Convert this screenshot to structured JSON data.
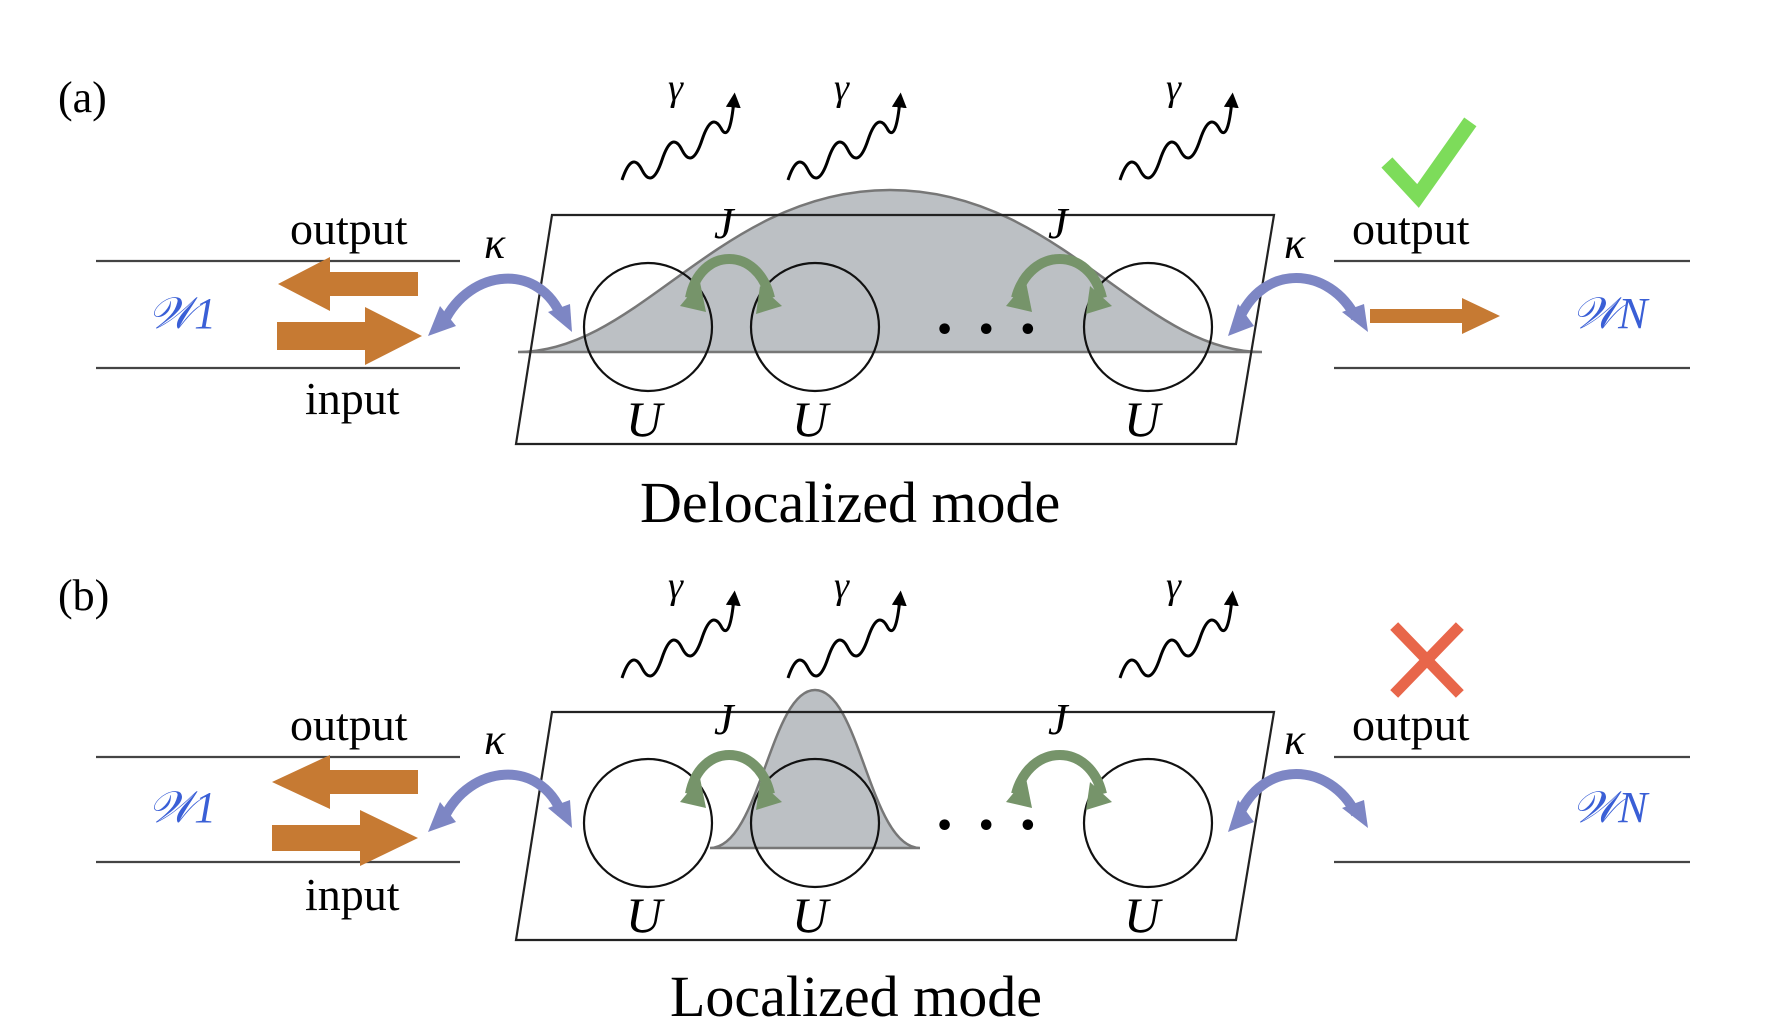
{
  "panels": [
    {
      "label": "(a)",
      "caption": "Delocalized mode",
      "left_port": {
        "output": "output",
        "input": "input",
        "waveguide": "𝒲1"
      },
      "right_port": {
        "output": "output",
        "waveguide": "𝒲N",
        "status": "check"
      },
      "coupling_symbol": "κ",
      "hopping_symbol": "J",
      "loss_symbol": "γ",
      "interaction_symbol": "U",
      "ellipsis": "• • •"
    },
    {
      "label": "(b)",
      "caption": "Localized mode",
      "left_port": {
        "output": "output",
        "input": "input",
        "waveguide": "𝒲1"
      },
      "right_port": {
        "output": "output",
        "waveguide": "𝒲N",
        "status": "cross"
      },
      "coupling_symbol": "κ",
      "hopping_symbol": "J",
      "loss_symbol": "γ",
      "interaction_symbol": "U",
      "ellipsis": "• • •"
    }
  ],
  "colors": {
    "coupling_arrow": "#7d86c4",
    "hopping_arrow": "#76946a",
    "flow_arrow": "#c67a33",
    "mode_fill": "#bcc0c4",
    "check": "#7ddc5a",
    "cross": "#e8664a",
    "waveguide_label": "#3a5fd6"
  },
  "icons": {
    "check": "check-mark-icon",
    "cross": "cross-mark-icon",
    "emission": "wavy-photon-arrow-icon"
  }
}
